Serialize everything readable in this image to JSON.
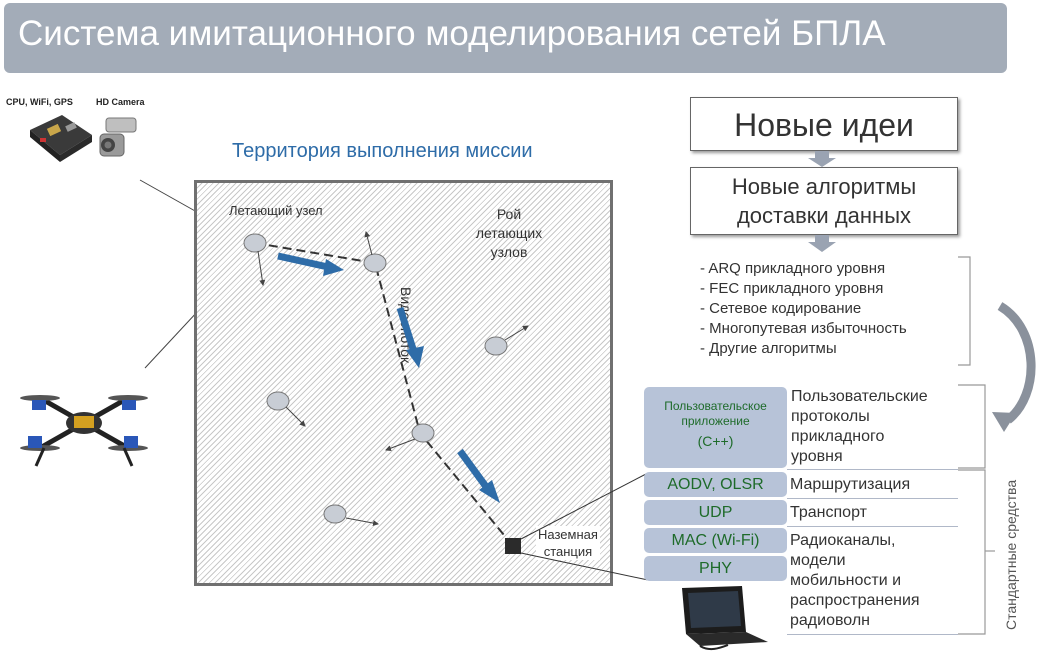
{
  "title": "Система имитационного моделирования сетей БПЛА",
  "hardware": {
    "board_label": "CPU, WiFi, GPS",
    "camera_label": "HD Camera"
  },
  "territory": {
    "title": "Территория выполнения миссии",
    "flying_node": "Летающий узел",
    "swarm": [
      "Рой",
      "летающих",
      "узлов"
    ],
    "video_stream": "Видеопоток",
    "ground_station": [
      "Наземная",
      "станция"
    ]
  },
  "ideas": {
    "new_ideas": "Новые идеи",
    "new_algorithms": [
      "Новые алгоритмы",
      "доставки данных"
    ]
  },
  "algorithms": [
    "- ARQ прикладного уровня",
    "- FEC прикладного уровня",
    "- Сетевое кодирование",
    "- Многопутевая избыточность",
    "- Другие алгоритмы"
  ],
  "stack": {
    "app_box": [
      "Пользовательское",
      "приложение",
      "(C++)"
    ],
    "app_desc": [
      "Пользовательские",
      "протоколы",
      "прикладного",
      "уровня"
    ],
    "layers": [
      {
        "name": "AODV, OLSR",
        "desc": [
          "Маршрутизация"
        ]
      },
      {
        "name": "UDP",
        "desc": [
          "Транспорт"
        ]
      },
      {
        "name": "MAC (Wi-Fi)",
        "desc": [
          "Радиоканалы,",
          "модели",
          "мобильности и",
          "распространения",
          "радиоволн"
        ]
      },
      {
        "name": "PHY",
        "desc": []
      }
    ],
    "standard_tools": "Стандартные средства"
  },
  "colors": {
    "title_bar": "#a3acb8",
    "accent_blue": "#2e6ca8",
    "stack_fill": "#b7c3d8",
    "stack_text": "#1e6b2a",
    "node_fill": "#c8cdd5"
  }
}
